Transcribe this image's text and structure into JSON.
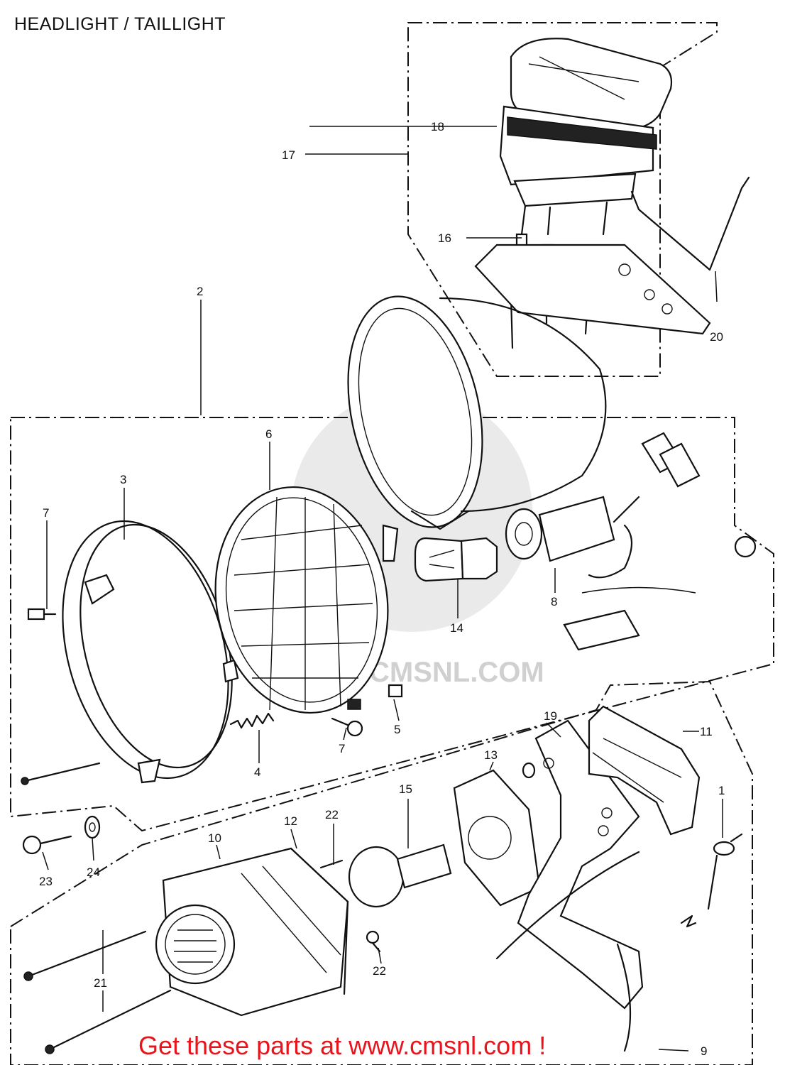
{
  "title": "HEADLIGHT /  TAILLIGHT",
  "footer": "Get these parts at www.cmsnl.com !",
  "watermark": "CMSNL.COM",
  "callouts": [
    "1",
    "2",
    "3",
    "4",
    "5",
    "6",
    "7",
    "7",
    "8",
    "9",
    "10",
    "11",
    "12",
    "13",
    "14",
    "15",
    "16",
    "17",
    "18",
    "19",
    "20",
    "21",
    "22",
    "22",
    "23",
    "24"
  ],
  "colors": {
    "line": "#111111",
    "cta": "#e8141c",
    "background": "#ffffff",
    "watermark": "#d8d8d8"
  }
}
